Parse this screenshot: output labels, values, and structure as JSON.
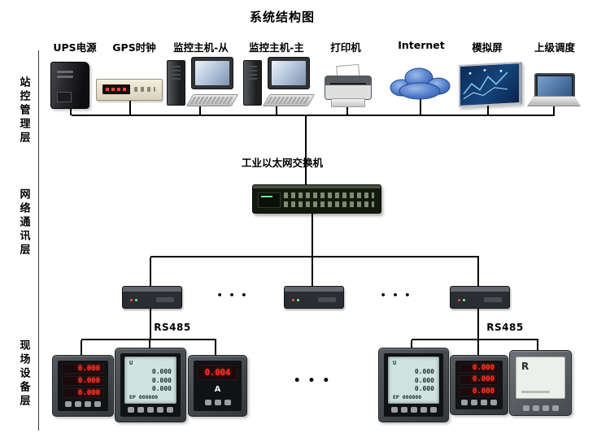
{
  "title": "系统结构图",
  "layers": [
    {
      "label": "站控管理层"
    },
    {
      "label": "网络通讯层"
    },
    {
      "label": "现场设备层"
    }
  ],
  "top_devices": [
    {
      "label": "UPS电源"
    },
    {
      "label": "GPS时钟"
    },
    {
      "label": "监控主机-从"
    },
    {
      "label": "监控主机-主"
    },
    {
      "label": "打印机"
    },
    {
      "label": "Internet"
    },
    {
      "label": "模拟屏"
    },
    {
      "label": "上级调度"
    }
  ],
  "switch_label": "工业以太网交换机",
  "rs485_left": "RS485",
  "rs485_right": "RS485",
  "ellipsis_converters_1": "• • •",
  "ellipsis_converters_2": "• • •",
  "ellipsis_meters": "• • •",
  "meters": {
    "left": [
      {
        "type": "led-3row",
        "rows": [
          "0.000",
          "0.000",
          "0.000"
        ]
      },
      {
        "type": "lcd",
        "head": "U",
        "rows": [
          "0.000",
          "0.000",
          "0.000"
        ],
        "foot": "EP 000000"
      },
      {
        "type": "led-1row",
        "value": "0.004",
        "unit": "A"
      }
    ],
    "right": [
      {
        "type": "lcd",
        "head": "U",
        "rows": [
          "0.000",
          "0.000",
          "0.000"
        ],
        "foot": "EP 000000"
      },
      {
        "type": "led-3row",
        "rows": [
          "0.000",
          "0.000",
          "0.000"
        ]
      },
      {
        "type": "lcd-mono",
        "value": "R"
      }
    ]
  },
  "colors": {
    "line": "#000000",
    "led_red": "#ff2d1e",
    "lcd_cyan": "#cfe4de",
    "cloud_blue": "#4f7ccb",
    "sim_screen_blue": "#15447e"
  }
}
